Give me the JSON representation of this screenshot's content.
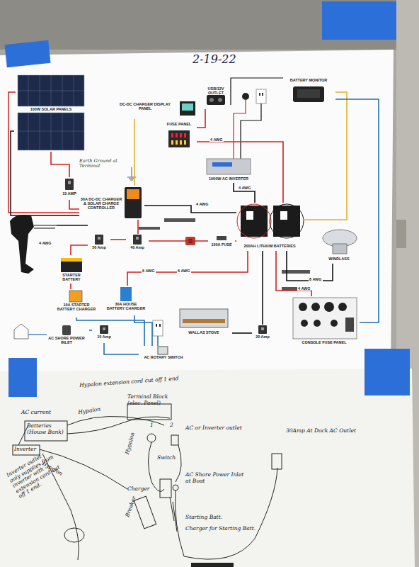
{
  "diagram": {
    "title": "2-19-22",
    "nodes": [
      {
        "text": [
          "100W SOLAR PANELS"
        ]
      },
      {
        "text": [
          "DC-DC CHARGER DISPLAY PANEL"
        ]
      },
      {
        "text": [
          "USB/12V OUTLET"
        ]
      },
      {
        "text": [
          "BATTERY MONITOR"
        ]
      },
      {
        "text": [
          "FUSE PANEL"
        ]
      },
      {
        "text": [
          "15 AMP"
        ]
      },
      {
        "text": [
          "Earth Ground at Terminal"
        ]
      },
      {
        "text": [
          "30A DC-DC CHARGER & SOLAR CHARGE CONTROLLER"
        ]
      },
      {
        "text": [
          "1000W AC INVERTER"
        ]
      },
      {
        "text": [
          "200AH LITHIUM BATTERIES"
        ]
      },
      {
        "text": [
          "50 Amp"
        ]
      },
      {
        "text": [
          "40 Amp"
        ]
      },
      {
        "text": [
          "150A FUSE"
        ]
      },
      {
        "text": [
          "STARTER BATTERY"
        ]
      },
      {
        "text": [
          "WINDLASS"
        ]
      },
      {
        "text": [
          "10A STARTER BATTERY CHARGER"
        ]
      },
      {
        "text": [
          "30A HOUSE BATTERY CHARGER"
        ]
      },
      {
        "text": [
          "WALLAS STOVE"
        ]
      },
      {
        "text": [
          "20 Amp"
        ]
      },
      {
        "text": [
          "CONSOLE FUSE PANEL"
        ]
      },
      {
        "text": [
          "AC SHORE POWER INLET"
        ]
      },
      {
        "text": [
          "15 Amp"
        ]
      },
      {
        "text": [
          "AC ROTARY SWITCH"
        ]
      }
    ],
    "edges": [
      {
        "from": 0,
        "to": 5,
        "arrow": "none"
      },
      {
        "from": 5,
        "to": 7,
        "arrow": "none"
      },
      {
        "from": 1,
        "to": 7,
        "arrow": "none"
      },
      {
        "from": 7,
        "to": 11,
        "arrow": "none"
      },
      {
        "from": 7,
        "to": 9,
        "arrow": "none"
      },
      {
        "from": 13,
        "to": 10,
        "arrow": "none"
      },
      {
        "from": 10,
        "to": 11,
        "arrow": "none"
      },
      {
        "from": 11,
        "to": 12,
        "arrow": "none"
      },
      {
        "from": 12,
        "to": 9,
        "arrow": "none"
      },
      {
        "from": 9,
        "to": 8,
        "arrow": "none"
      },
      {
        "from": 9,
        "to": 4,
        "arrow": "none"
      },
      {
        "from": 4,
        "to": 2,
        "arrow": "none"
      },
      {
        "from": 3,
        "to": 9,
        "arrow": "none"
      },
      {
        "from": 3,
        "to": 19,
        "arrow": "none"
      },
      {
        "from": 14,
        "to": 9,
        "arrow": "none"
      },
      {
        "from": 9,
        "to": 19,
        "arrow": "none"
      },
      {
        "from": 9,
        "to": 18,
        "arrow": "none"
      },
      {
        "from": 18,
        "to": 17,
        "arrow": "none"
      },
      {
        "from": 16,
        "to": 9,
        "arrow": "none"
      },
      {
        "from": 15,
        "to": 13,
        "arrow": "none"
      },
      {
        "from": 20,
        "to": 21,
        "arrow": "none"
      },
      {
        "from": 21,
        "to": 22,
        "arrow": "none"
      },
      {
        "from": 22,
        "to": 16,
        "arrow": "none"
      },
      {
        "from": 22,
        "to": 15,
        "arrow": "none"
      }
    ],
    "labels": [
      "4 AWG",
      "4 AWG",
      "4 AWG",
      "4 AWG",
      "4 AWG",
      "6 AWG",
      "6 AWG",
      "8 AWG",
      "Hypalon extension cord cut off 1 end",
      "Terminal Block (elec. Panel)",
      "AC current",
      "Batteries (House Bank)",
      "Hypalon",
      "Hypalon",
      "Inverter",
      "1",
      "2",
      "AC or Inverter outlet",
      "Switch",
      "Hypalon",
      "Charger",
      "AC Shore Power Inlet at Boat",
      "Starting Batt.",
      "Charger for Starting Batt.",
      "30Amp At Dock AC Outlet",
      "Inverter outlet only supplies from inverter with extension cord cut off 1 end.",
      "Breaker"
    ]
  }
}
